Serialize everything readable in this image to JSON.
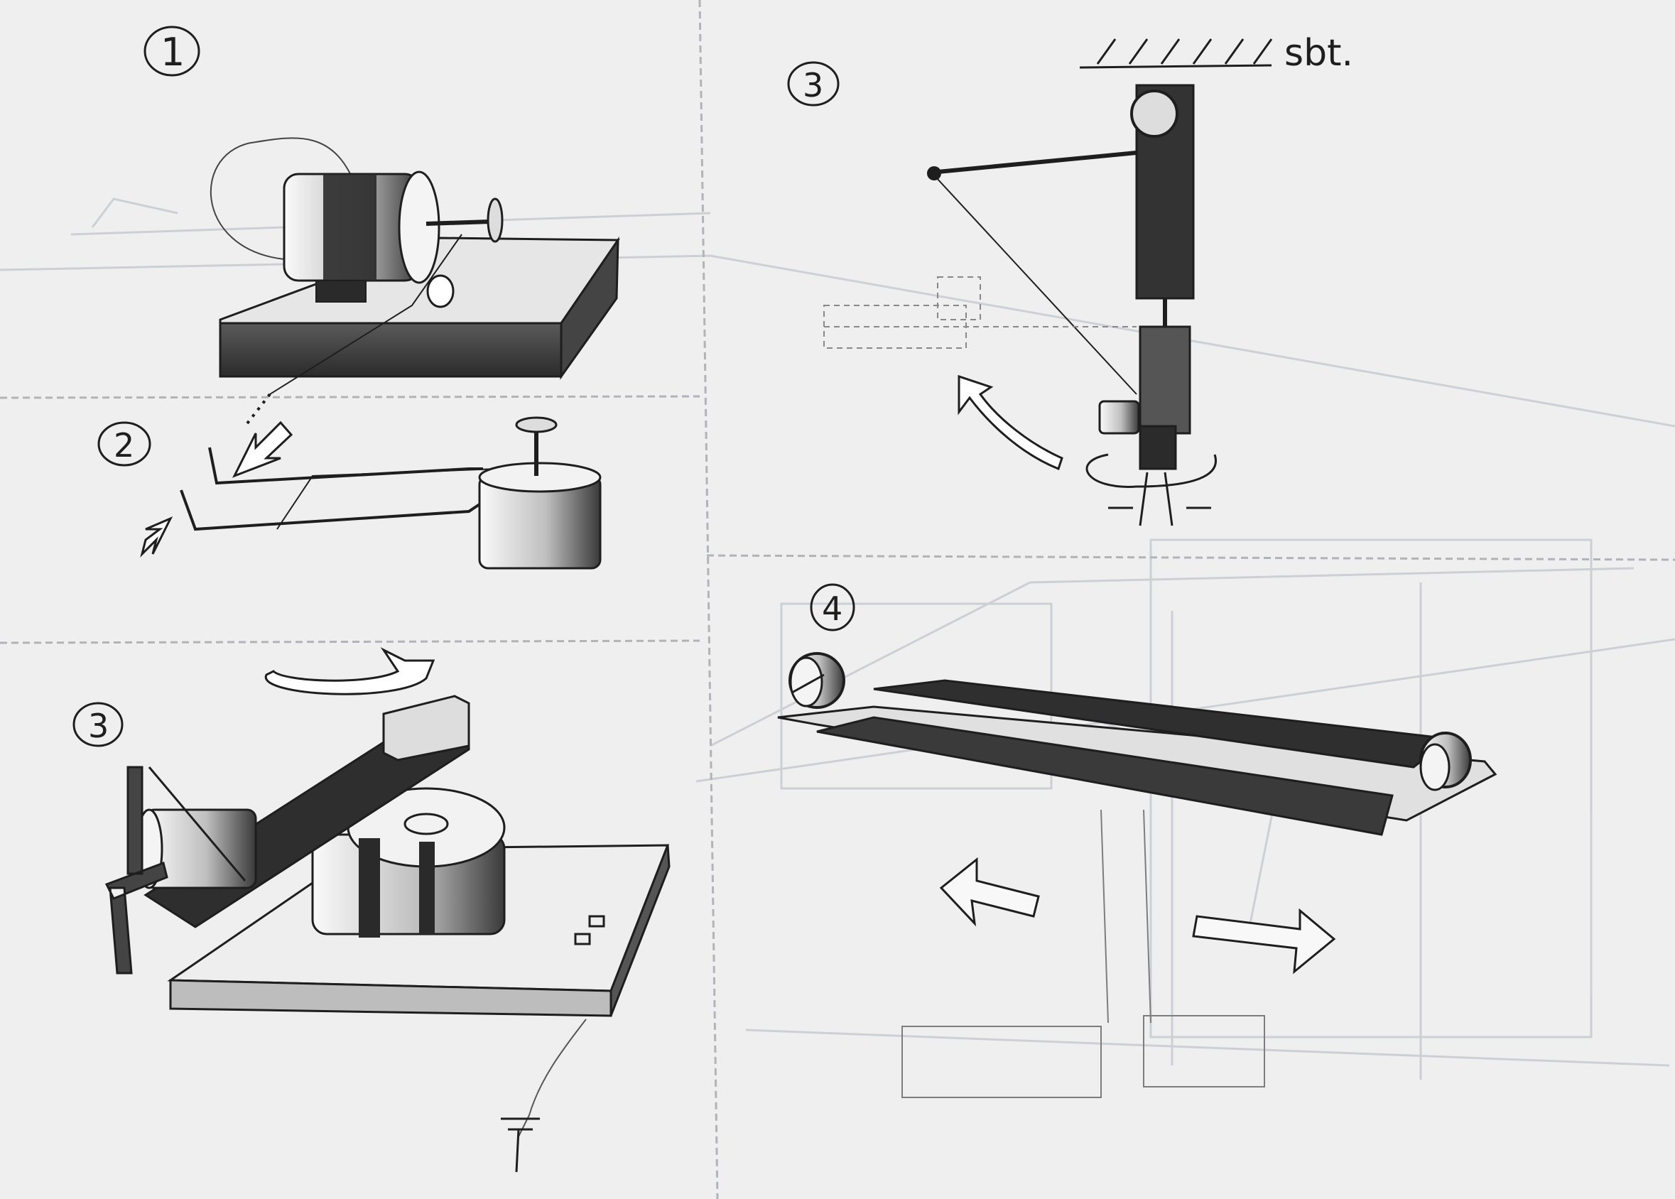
{
  "panels": [
    {
      "id": "panel-1",
      "label": "1"
    },
    {
      "id": "panel-2",
      "label": "2"
    },
    {
      "id": "panel-3a",
      "label": "3"
    },
    {
      "id": "panel-3b",
      "label": "3"
    },
    {
      "id": "panel-4",
      "label": "4"
    }
  ],
  "ceiling_label": "sbt.",
  "colors": {
    "paper": "#efefef",
    "pencil": "#1e1e1e",
    "shade": "#555555",
    "faint": "#c9ccd2"
  }
}
